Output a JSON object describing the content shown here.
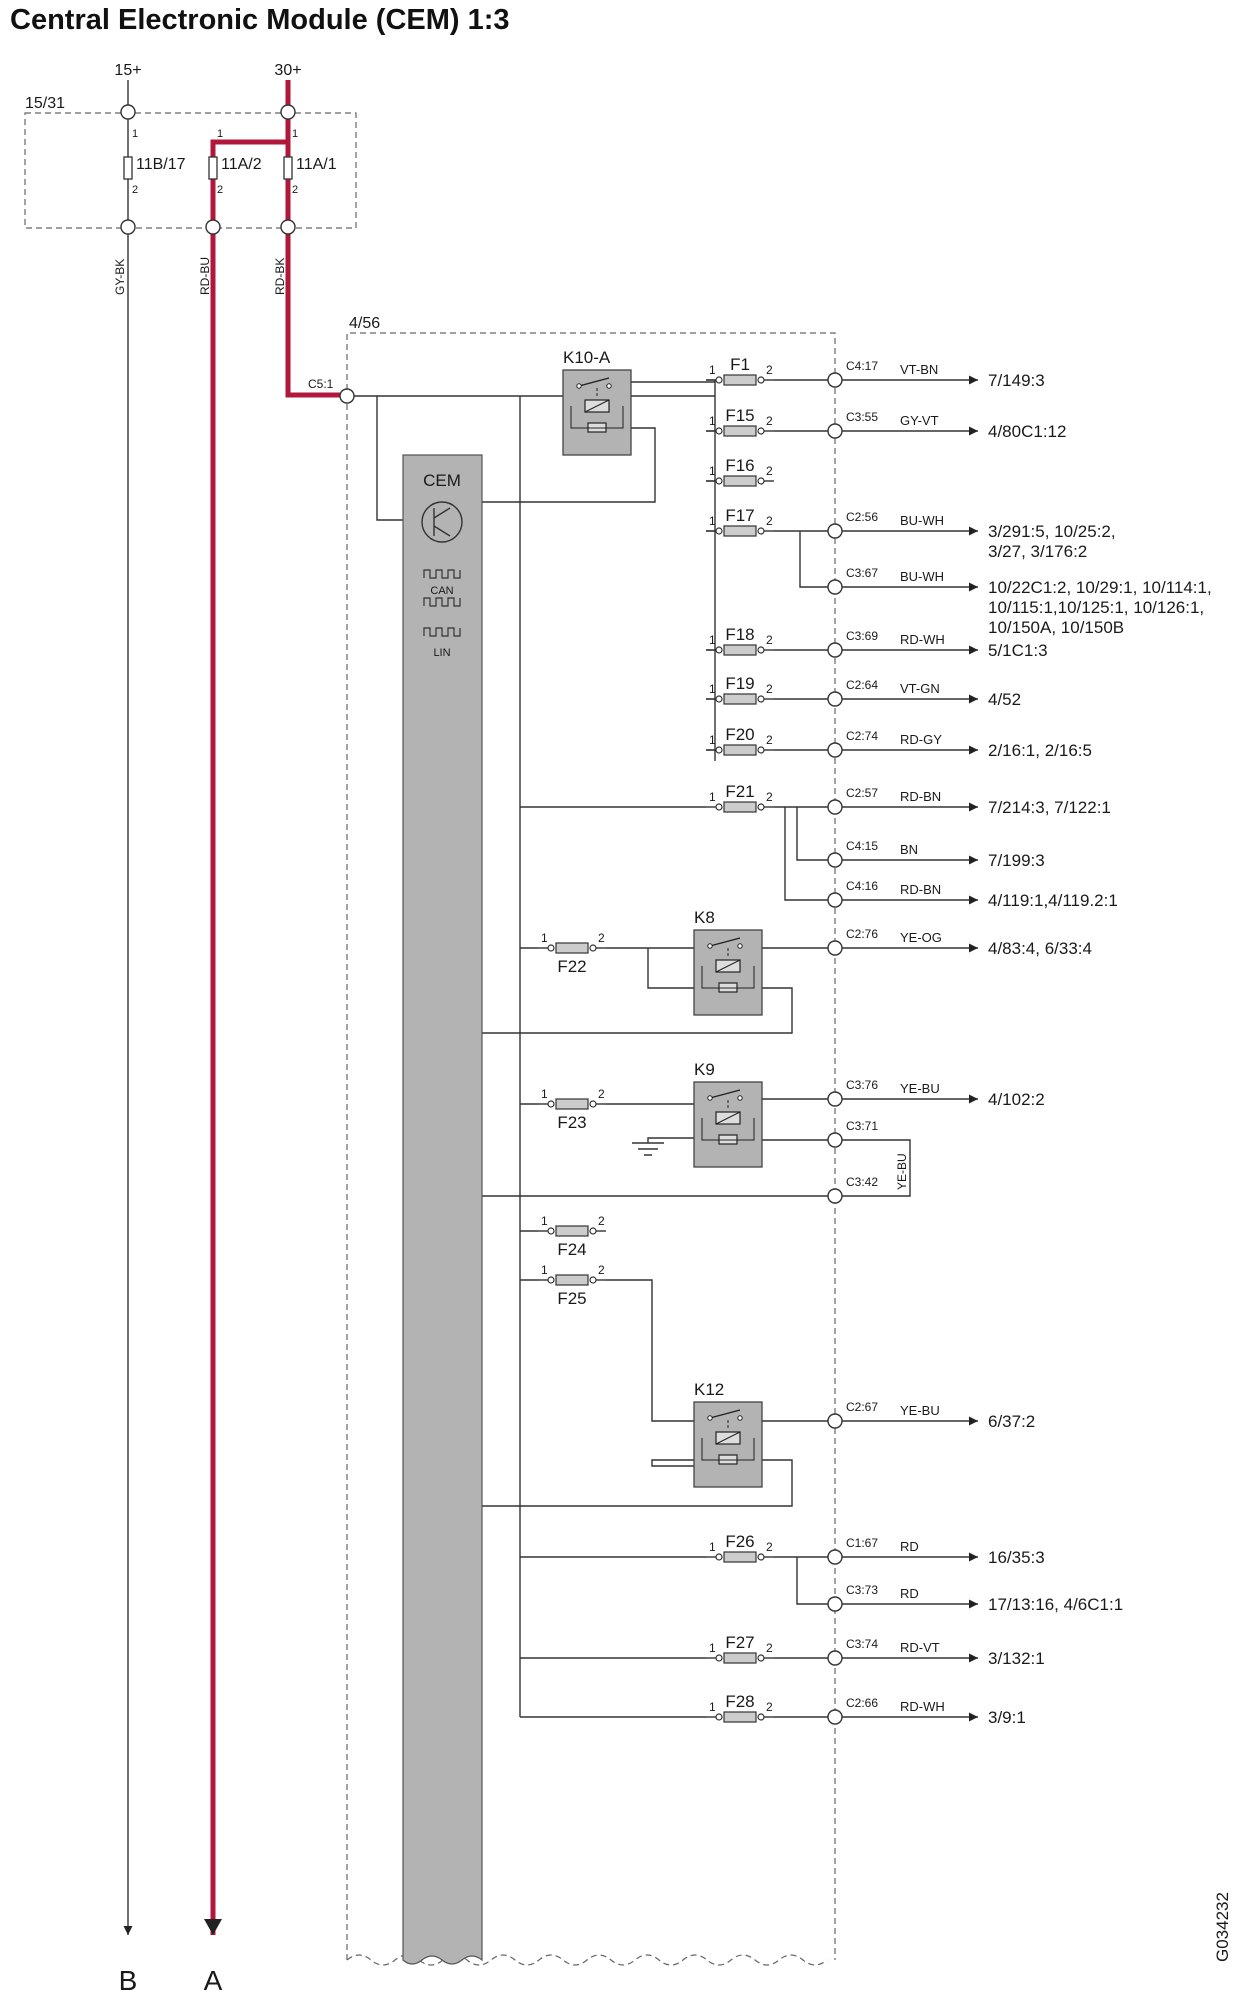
{
  "title": "Central Electronic Module (CEM) 1:3",
  "image_code": "G034232",
  "colors": {
    "power_wire": "#b0173a",
    "module_fill": "#b3b3b3",
    "line": "#333333"
  },
  "supply": {
    "terminal_15": "15+",
    "terminal_30": "30+",
    "fuse_box": "15/31",
    "fuses": [
      "11B/17",
      "11A/2",
      "11A/1"
    ],
    "wires": [
      "GY-BK",
      "RD-BU",
      "RD-BK"
    ],
    "pin1": "1",
    "pin2": "2"
  },
  "module": {
    "box": "4/56",
    "cem_label": "CEM",
    "can": "CAN",
    "lin": "LIN",
    "input_pin": "C5:1",
    "side_wire": "YE-BU"
  },
  "relays": [
    "K10-A",
    "K8",
    "K9",
    "K12"
  ],
  "connections": [
    {
      "fuse": "F1",
      "pin": "C4:17",
      "wire": "VT-BN",
      "dest": [
        "7/149:3"
      ]
    },
    {
      "fuse": "F15",
      "pin": "C3:55",
      "wire": "GY-VT",
      "dest": [
        "4/80C1:12"
      ]
    },
    {
      "fuse": "F16"
    },
    {
      "fuse": "F17",
      "pin": "C2:56",
      "wire": "BU-WH",
      "dest": [
        "3/291:5, 10/25:2,",
        "3/27, 3/176:2"
      ]
    },
    {
      "pin": "C3:67",
      "wire": "BU-WH",
      "dest": [
        "10/22C1:2, 10/29:1, 10/114:1,",
        "10/115:1,10/125:1, 10/126:1,",
        "10/150A, 10/150B"
      ]
    },
    {
      "fuse": "F18",
      "pin": "C3:69",
      "wire": "RD-WH",
      "dest": [
        "5/1C1:3"
      ]
    },
    {
      "fuse": "F19",
      "pin": "C2:64",
      "wire": "VT-GN",
      "dest": [
        "4/52"
      ]
    },
    {
      "fuse": "F20",
      "pin": "C2:74",
      "wire": "RD-GY",
      "dest": [
        "2/16:1, 2/16:5"
      ]
    },
    {
      "fuse": "F21",
      "pin": "C2:57",
      "wire": "RD-BN",
      "dest": [
        "7/214:3, 7/122:1"
      ]
    },
    {
      "pin": "C4:15",
      "wire": "BN",
      "dest": [
        "7/199:3"
      ]
    },
    {
      "pin": "C4:16",
      "wire": "RD-BN",
      "dest": [
        "4/119:1,4/119.2:1"
      ]
    },
    {
      "fuse": "F22",
      "pin": "C2:76",
      "wire": "YE-OG",
      "dest": [
        "4/83:4, 6/33:4"
      ]
    },
    {
      "fuse": "F23",
      "pin": "C3:76",
      "wire": "YE-BU",
      "dest": [
        "4/102:2"
      ]
    },
    {
      "pin": "C3:71"
    },
    {
      "pin": "C3:42"
    },
    {
      "fuse": "F24"
    },
    {
      "fuse": "F25"
    },
    {
      "pin": "C2:67",
      "wire": "YE-BU",
      "dest": [
        "6/37:2"
      ]
    },
    {
      "fuse": "F26",
      "pin": "C1:67",
      "wire": "RD",
      "dest": [
        "16/35:3"
      ]
    },
    {
      "pin": "C3:73",
      "wire": "RD",
      "dest": [
        "17/13:16, 4/6C1:1"
      ]
    },
    {
      "fuse": "F27",
      "pin": "C3:74",
      "wire": "RD-VT",
      "dest": [
        "3/132:1"
      ]
    },
    {
      "fuse": "F28",
      "pin": "C2:66",
      "wire": "RD-WH",
      "dest": [
        "3/9:1"
      ]
    }
  ],
  "outputs": [
    "B",
    "A"
  ]
}
